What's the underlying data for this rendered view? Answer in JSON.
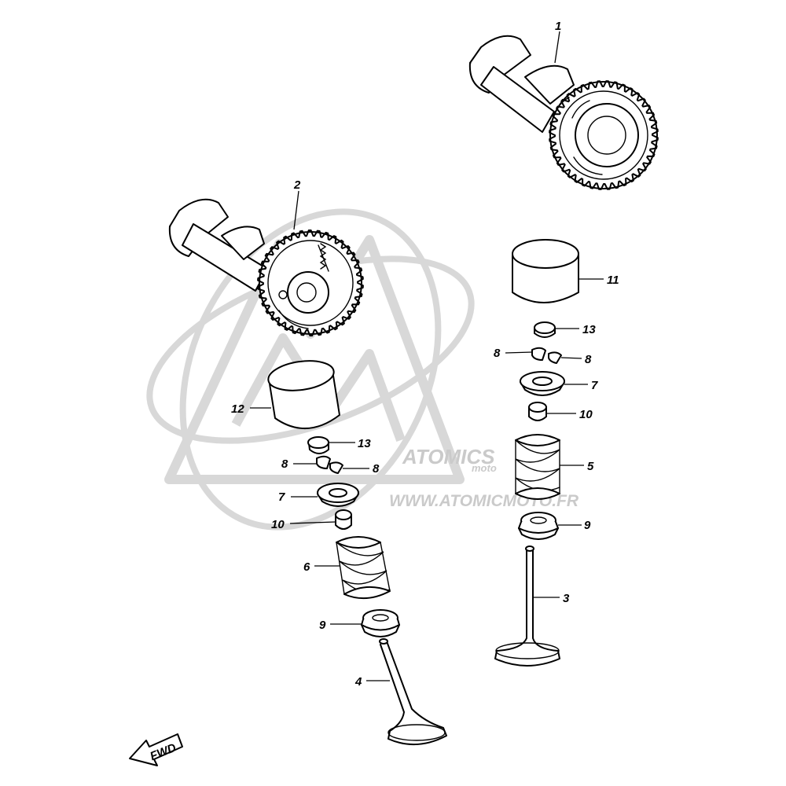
{
  "watermark": {
    "logo_text": "ATOMICS",
    "logo_sub": "moto",
    "url_text": "WWW.ATOMICMOTO.FR"
  },
  "fwd_label": "FWD",
  "parts": [
    {
      "id": "1",
      "label": "1",
      "name": "camshaft-exhaust"
    },
    {
      "id": "2",
      "label": "2",
      "name": "camshaft-intake"
    },
    {
      "id": "3",
      "label": "3",
      "name": "valve-exhaust"
    },
    {
      "id": "4",
      "label": "4",
      "name": "valve-intake"
    },
    {
      "id": "5",
      "label": "5",
      "name": "spring-exhaust"
    },
    {
      "id": "6",
      "label": "6",
      "name": "spring-intake"
    },
    {
      "id": "7a",
      "label": "7",
      "name": "retainer-right"
    },
    {
      "id": "7b",
      "label": "7",
      "name": "retainer-left"
    },
    {
      "id": "8a",
      "label": "8",
      "name": "cotter-right-a"
    },
    {
      "id": "8b",
      "label": "8",
      "name": "cotter-right-b"
    },
    {
      "id": "8c",
      "label": "8",
      "name": "cotter-left-a"
    },
    {
      "id": "8d",
      "label": "8",
      "name": "cotter-left-b"
    },
    {
      "id": "9a",
      "label": "9",
      "name": "seat-right"
    },
    {
      "id": "9b",
      "label": "9",
      "name": "seat-left"
    },
    {
      "id": "10a",
      "label": "10",
      "name": "stem-seal-right"
    },
    {
      "id": "10b",
      "label": "10",
      "name": "stem-seal-left"
    },
    {
      "id": "11",
      "label": "11",
      "name": "tappet-right"
    },
    {
      "id": "12",
      "label": "12",
      "name": "tappet-left"
    },
    {
      "id": "13a",
      "label": "13",
      "name": "shim-right"
    },
    {
      "id": "13b",
      "label": "13",
      "name": "shim-left"
    }
  ]
}
